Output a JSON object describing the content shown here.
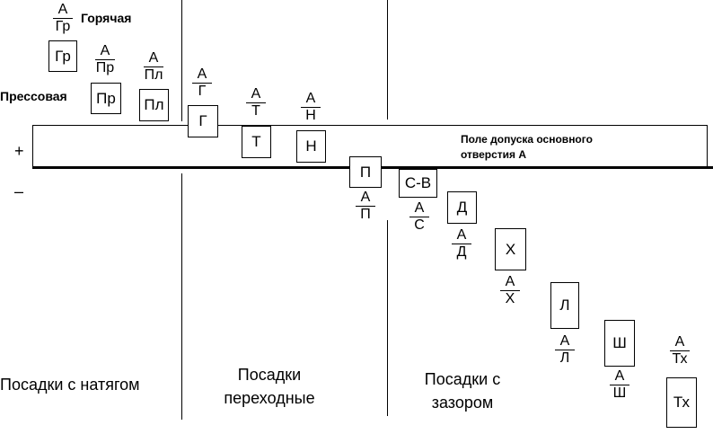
{
  "labels": {
    "hot": "Горячая",
    "press": "Прессовая",
    "plus": "+",
    "minus": "–",
    "field_line1": "Поле допуска основного",
    "field_line2": "отверстия   А",
    "group_interference": "Посадки с натягом",
    "group_transition_1": "Посадки",
    "group_transition_2": "переходные",
    "group_clearance_1": "Посадки с",
    "group_clearance_2": "зазором"
  },
  "boxes": [
    {
      "id": "gr",
      "label": "Гр"
    },
    {
      "id": "pr",
      "label": "Пр"
    },
    {
      "id": "pl",
      "label": "Пл"
    },
    {
      "id": "g",
      "label": "Г"
    },
    {
      "id": "t",
      "label": "Т"
    },
    {
      "id": "n",
      "label": "Н"
    },
    {
      "id": "p",
      "label": "П"
    },
    {
      "id": "sv",
      "label": "С-В"
    },
    {
      "id": "d",
      "label": "Д"
    },
    {
      "id": "x",
      "label": "Х"
    },
    {
      "id": "l",
      "label": "Л"
    },
    {
      "id": "sh",
      "label": "Ш"
    },
    {
      "id": "tx",
      "label": "Тх"
    }
  ],
  "fractions": [
    {
      "id": "gr",
      "num": "А",
      "den": "Гр"
    },
    {
      "id": "pr",
      "num": "А",
      "den": "Пр"
    },
    {
      "id": "pl",
      "num": "А",
      "den": "Пл"
    },
    {
      "id": "g",
      "num": "А",
      "den": "Г"
    },
    {
      "id": "t",
      "num": "А",
      "den": "Т"
    },
    {
      "id": "n",
      "num": "А",
      "den": "Н"
    },
    {
      "id": "p",
      "num": "А",
      "den": "П"
    },
    {
      "id": "s",
      "num": "А",
      "den": "С"
    },
    {
      "id": "d",
      "num": "А",
      "den": "Д"
    },
    {
      "id": "x",
      "num": "А",
      "den": "Х"
    },
    {
      "id": "l",
      "num": "А",
      "den": "Л"
    },
    {
      "id": "sh",
      "num": "А",
      "den": "Ш"
    },
    {
      "id": "tx",
      "num": "А",
      "den": "Тх"
    }
  ]
}
